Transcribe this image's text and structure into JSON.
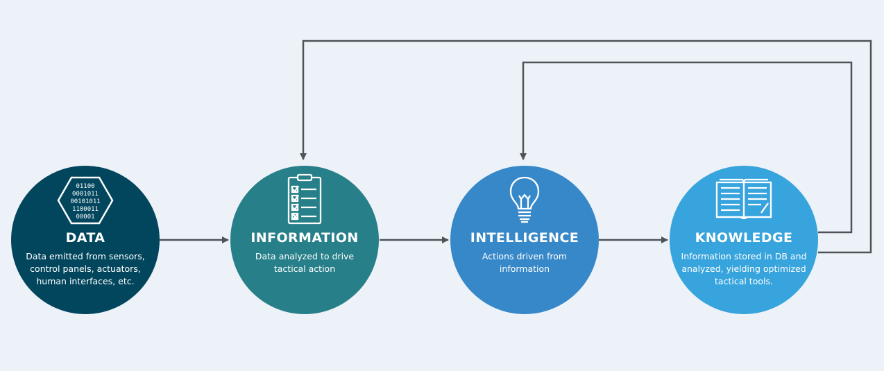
{
  "colors": {
    "background": "#edf2f8",
    "connector": "#4f5358",
    "data": "#02465e",
    "information": "#277f89",
    "intelligence": "#3788c9",
    "knowledge": "#38a4dd"
  },
  "nodes": [
    {
      "title": "DATA",
      "description": "Data emitted from sensors, control panels, actuators, human interfaces, etc.",
      "icon": "binary-hexagon-icon"
    },
    {
      "title": "INFORMATION",
      "description": "Data analyzed to drive tactical action",
      "icon": "clipboard-checklist-icon"
    },
    {
      "title": "INTELLIGENCE",
      "description": "Actions driven from information",
      "icon": "lightbulb-icon"
    },
    {
      "title": "KNOWLEDGE",
      "description": "Information stored in DB and analyzed, yielding optimized tactical tools.",
      "icon": "open-book-icon"
    }
  ],
  "binary_rows": [
    "01100",
    "0001011",
    "00101011",
    "1100011",
    "00001"
  ]
}
